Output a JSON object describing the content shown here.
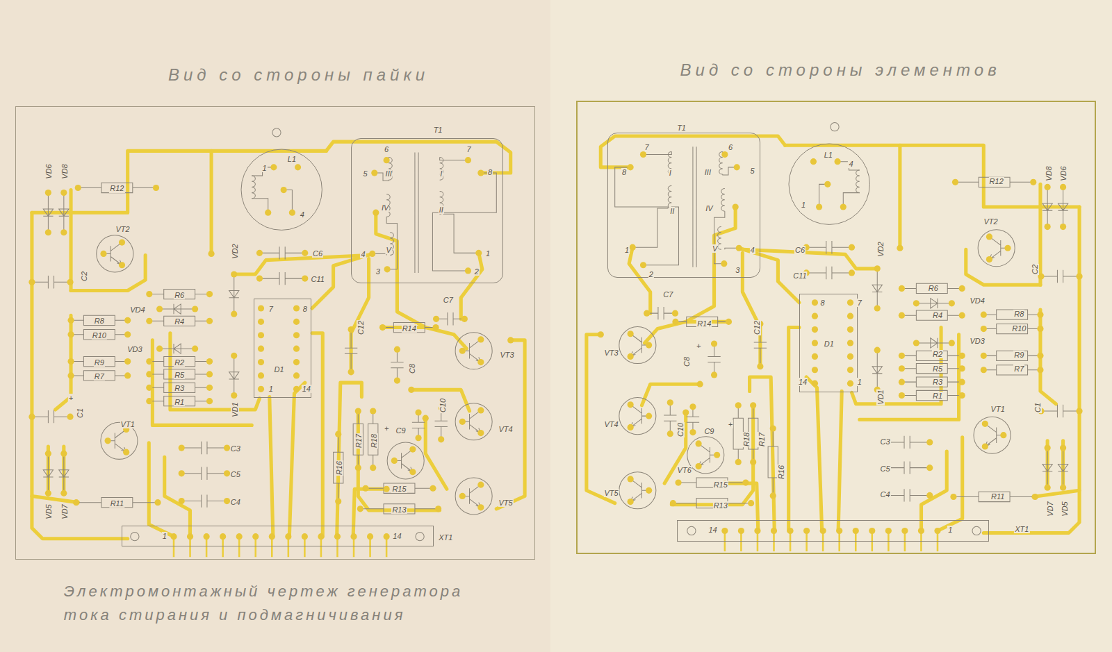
{
  "diagram": {
    "caption": "Электромонтажный чертеж генератора тока стирания и подмагничивания",
    "nodes": [
      {
        "text": [
          "Вид со стороны пайки"
        ]
      },
      {
        "text": [
          "T1"
        ],
        "in": 0
      },
      {
        "text": [
          "L1"
        ],
        "in": 0
      },
      {
        "text": [
          "D1"
        ],
        "in": 0
      },
      {
        "text": [
          "XT1"
        ],
        "in": 0
      },
      {
        "text": [
          "Вид со стороны элементов"
        ]
      },
      {
        "text": [
          "T1"
        ],
        "in": 5
      },
      {
        "text": [
          "L1"
        ],
        "in": 5
      },
      {
        "text": [
          "D1"
        ],
        "in": 5
      },
      {
        "text": [
          "XT1"
        ],
        "in": 5
      }
    ],
    "labels": [
      "VD6",
      "VD8",
      "R12",
      "VT2",
      "C2",
      "R6",
      "VD4",
      "R4",
      "R8",
      "R10",
      "VD3",
      "R2",
      "R5",
      "R3",
      "R1",
      "R9",
      "R7",
      "+",
      "C1",
      "VT1",
      "VD5",
      "VD7",
      "R11",
      "C3",
      "C5",
      "C4",
      "1",
      "4",
      "6",
      "7",
      "5",
      "8",
      "III",
      "I",
      "IV",
      "II",
      "V",
      "4",
      "3",
      "1",
      "2",
      "VD2",
      "C6",
      "C11",
      "7",
      "8",
      "1",
      "14",
      "C12",
      "R14",
      "C7",
      "VT3",
      "C8",
      "C10",
      "VT4",
      "VD1",
      "R17",
      "R18",
      "+",
      "C9",
      "R16",
      "R15",
      "R13",
      "VT5",
      "1",
      "14",
      "7",
      "6",
      "8",
      "5",
      "I",
      "III",
      "II",
      "IV",
      "V",
      "1",
      "2",
      "4",
      "3",
      "4",
      "1",
      "R12",
      "VD8",
      "VD6",
      "VT2",
      "C2",
      "VD2",
      "C6",
      "C11",
      "C7",
      "R14",
      "C12",
      "VT3",
      "+",
      "C8",
      "8",
      "7",
      "14",
      "1",
      "R6",
      "VD4",
      "R4",
      "R8",
      "R10",
      "VD3",
      "R2",
      "R9",
      "R7",
      "R5",
      "R3",
      "R1",
      "VD1",
      "C1",
      "VT1",
      "C3",
      "C5",
      "C4",
      "R11",
      "VD7",
      "VD5",
      "VT4",
      "C10",
      "+",
      "C9",
      "VT6",
      "R18",
      "R17",
      "R16",
      "R15",
      "R13",
      "VT5",
      "14",
      "1"
    ]
  }
}
